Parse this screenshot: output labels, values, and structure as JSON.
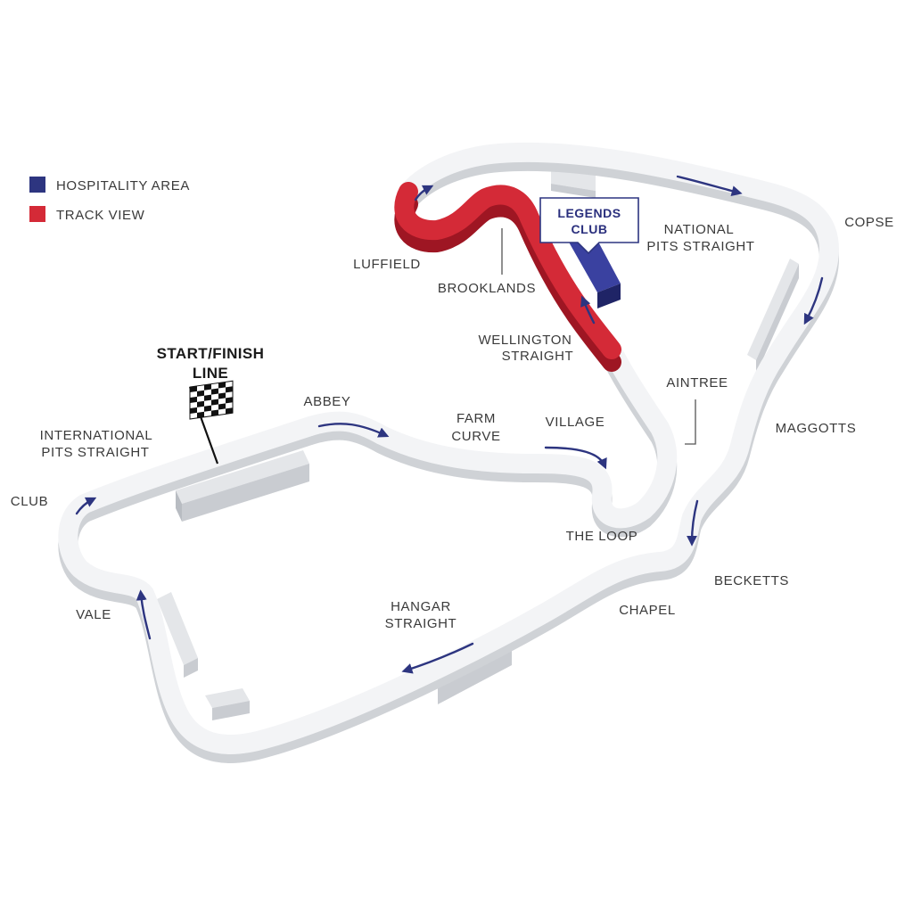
{
  "legend": {
    "items": [
      {
        "label": "HOSPITALITY AREA",
        "color": "#2d3580"
      },
      {
        "label": "TRACK VIEW",
        "color": "#d42a37"
      }
    ]
  },
  "start_finish": {
    "line1": "START/FINISH",
    "line2": "LINE"
  },
  "legends_club": {
    "line1": "LEGENDS",
    "line2": "CLUB"
  },
  "corners": {
    "luffield": "LUFFIELD",
    "brooklands": "BROOKLANDS",
    "wellington_1": "WELLINGTON",
    "wellington_2": "STRAIGHT",
    "national_1": "NATIONAL",
    "national_2": "PITS STRAIGHT",
    "copse": "COPSE",
    "aintree": "AINTREE",
    "maggotts": "MAGGOTTS",
    "abbey": "ABBEY",
    "farm_1": "FARM",
    "farm_2": "CURVE",
    "village": "VILLAGE",
    "intl_1": "INTERNATIONAL",
    "intl_2": "PITS STRAIGHT",
    "club": "CLUB",
    "the_loop": "THE LOOP",
    "becketts": "BECKETTS",
    "chapel": "CHAPEL",
    "hangar_1": "HANGAR",
    "hangar_2": "STRAIGHT",
    "vale": "VALE"
  },
  "colors": {
    "hospitality": "#2d3580",
    "track_view": "#d42a37",
    "track": "#f3f4f6"
  }
}
